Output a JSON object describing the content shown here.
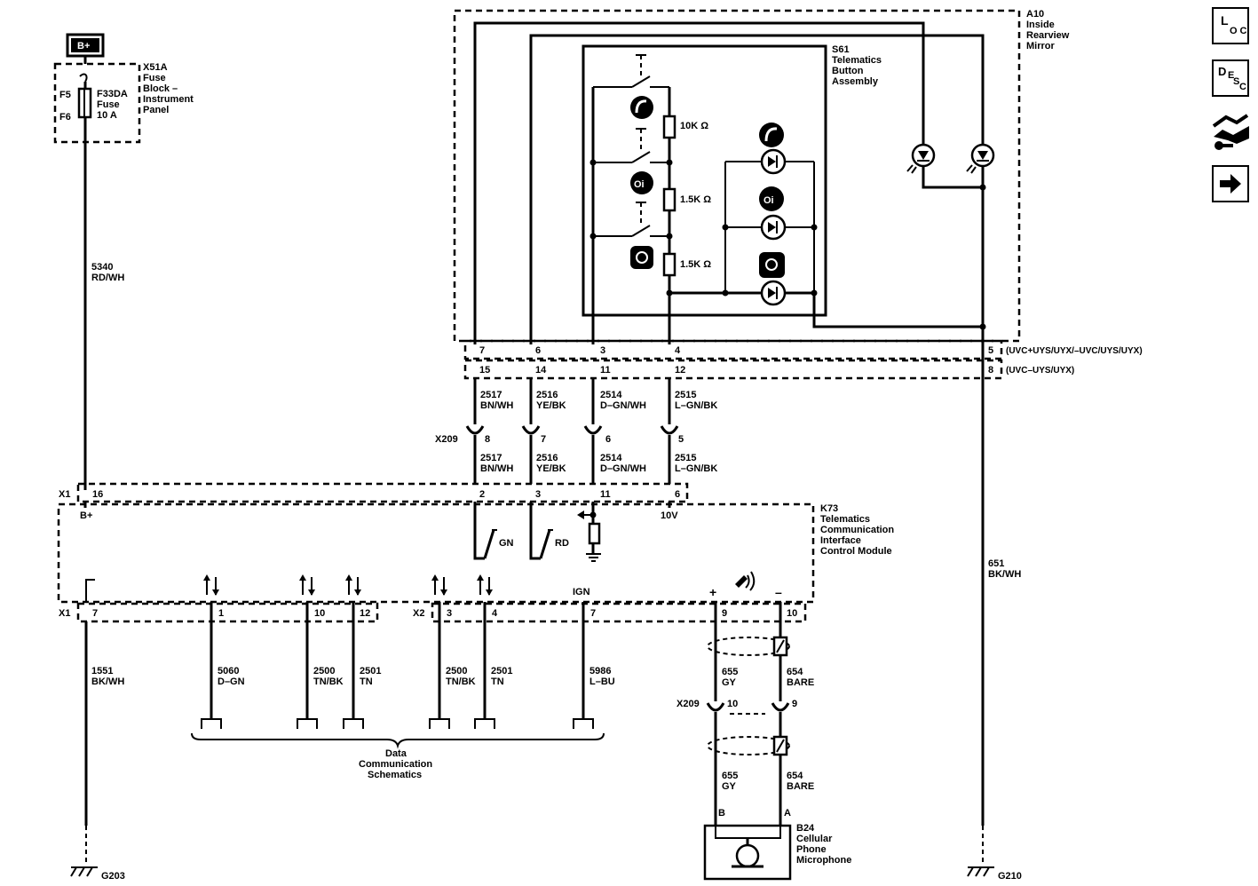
{
  "battery": "B+",
  "fuse_block": {
    "id": "X51A",
    "lines": [
      "Fuse",
      "Block –",
      "Instrument",
      "Panel"
    ],
    "fuse_id": "F33DA",
    "fuse_label": "Fuse",
    "rating": "10 A",
    "pin_in": "F5",
    "pin_out": "F6"
  },
  "feed_wire": {
    "circuit": "5340",
    "color": "RD/WH"
  },
  "mirror": {
    "id": "A10",
    "lines": [
      "Inside",
      "Rearview",
      "Mirror"
    ]
  },
  "button_assembly": {
    "id": "S61",
    "lines": [
      "Telematics",
      "Button",
      "Assembly"
    ]
  },
  "resistors": [
    "10K Ω",
    "1.5K Ω",
    "1.5K Ω"
  ],
  "mirror_connector": {
    "opt1": "(UVC+UYS/UYX/–UVC/UYS/UYX)",
    "opt2": "(UVC–UYS/UYX)",
    "pins1": [
      "7",
      "6",
      "3",
      "4",
      "5"
    ],
    "pins2": [
      "15",
      "14",
      "11",
      "12",
      "8"
    ]
  },
  "mirror_wires": [
    {
      "circuit": "2517",
      "color": "BN/WH"
    },
    {
      "circuit": "2516",
      "color": "YE/BK"
    },
    {
      "circuit": "2514",
      "color": "D–GN/WH"
    },
    {
      "circuit": "2515",
      "color": "L–GN/BK"
    }
  ],
  "x209": {
    "id": "X209",
    "pins": [
      "8",
      "7",
      "6",
      "5"
    ],
    "mic_pins": [
      "10",
      "9"
    ]
  },
  "module": {
    "id": "K73",
    "lines": [
      "Telematics",
      "Communication",
      "Interface",
      "Control Module"
    ],
    "bplus": "B+",
    "gn": "GN",
    "rd": "RD",
    "v10": "10V",
    "ign": "IGN",
    "plus": "+",
    "minus": "–"
  },
  "x1_top": {
    "id": "X1",
    "pins": [
      "16",
      "2",
      "3",
      "11",
      "6"
    ]
  },
  "x1_bottom": {
    "id": "X1",
    "pins": [
      "7",
      "1",
      "10",
      "12"
    ]
  },
  "x2_bottom": {
    "id": "X2",
    "pins": [
      "3",
      "4",
      "7",
      "9",
      "10"
    ]
  },
  "lower_wires": [
    {
      "circuit": "1551",
      "color": "BK/WH"
    },
    {
      "circuit": "5060",
      "color": "D–GN"
    },
    {
      "circuit": "2500",
      "color": "TN/BK"
    },
    {
      "circuit": "2501",
      "color": "TN"
    },
    {
      "circuit": "2500",
      "color": "TN/BK"
    },
    {
      "circuit": "2501",
      "color": "TN"
    },
    {
      "circuit": "5986",
      "color": "L–BU"
    }
  ],
  "mic_wires": [
    {
      "circuit": "655",
      "color": "GY"
    },
    {
      "circuit": "654",
      "color": "BARE"
    },
    {
      "circuit": "655",
      "color": "GY"
    },
    {
      "circuit": "654",
      "color": "BARE"
    }
  ],
  "ground_wire": {
    "circuit": "651",
    "color": "BK/WH"
  },
  "data_comm": [
    "Data",
    "Communication",
    "Schematics"
  ],
  "microphone": {
    "id": "B24",
    "lines": [
      "Cellular",
      "Phone",
      "Microphone"
    ],
    "pin_b": "B",
    "pin_a": "A"
  },
  "grounds": [
    "G203",
    "G210"
  ],
  "nav": {
    "loc": {
      "big": "L",
      "sub": "OC"
    },
    "desc": {
      "big": "D",
      "sub1": "E",
      "sub2": "S",
      "sub3": "C"
    }
  }
}
